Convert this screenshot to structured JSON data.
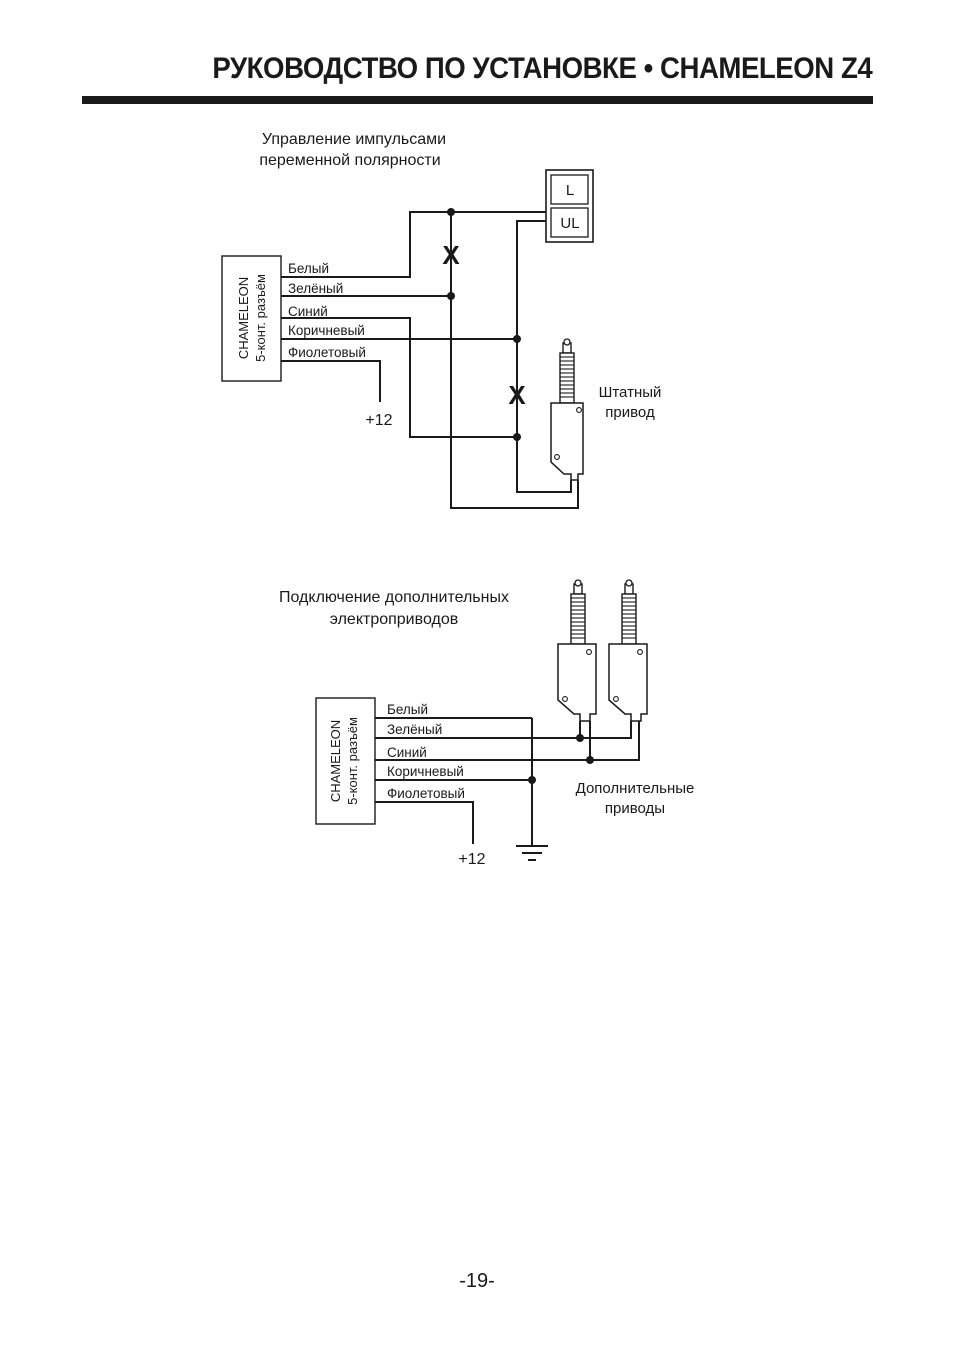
{
  "header": {
    "title": "РУКОВОДСТВО ПО УСТАНОВКЕ  • CHAMELEON Z4"
  },
  "diagram1": {
    "caption_line1": "Управление импульсами",
    "caption_line2": "переменной полярности",
    "connector_line1": "CHAMELEON",
    "connector_line2": "5-конт. разъём",
    "wires": [
      "Белый",
      "Зелёный",
      "Синий",
      "Коричневый",
      "Фиолетовый"
    ],
    "switch_l": "L",
    "switch_ul": "UL",
    "cut_mark": "X",
    "power": "+12",
    "actuator_line1": "Штатный",
    "actuator_line2": "привод"
  },
  "diagram2": {
    "caption_line1": "Подключение дополнительных",
    "caption_line2": "электроприводов",
    "connector_line1": "CHAMELEON",
    "connector_line2": "5-конт. разъём",
    "wires": [
      "Белый",
      "Зелёный",
      "Синий",
      "Коричневый",
      "Фиолетовый"
    ],
    "power": "+12",
    "actuators_line1": "Дополнительные",
    "actuators_line2": "приводы"
  },
  "footer": {
    "page_number": "-19-"
  }
}
